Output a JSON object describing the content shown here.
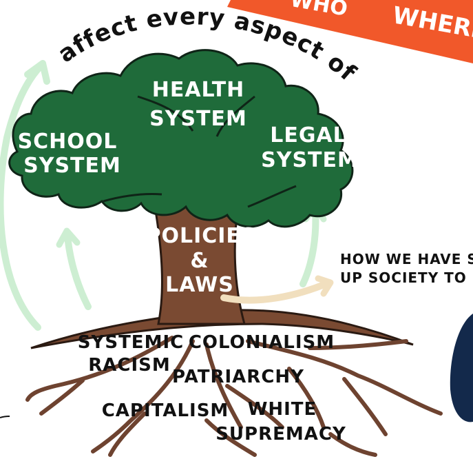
{
  "banner": {
    "left_text": "WHO",
    "right_text": "WHERE",
    "color": "#f1582a"
  },
  "arc_text": "affect every aspect of life",
  "crown": {
    "school": [
      "SCHOOL",
      "SYSTEM"
    ],
    "health": [
      "HEALTH",
      "SYSTEM"
    ],
    "legal": [
      "LEGAL",
      "SYSTEM"
    ],
    "color": "#1f6b3a"
  },
  "trunk": {
    "lines": [
      "POLICIES",
      "&",
      "LAWS"
    ],
    "color": "#7a4a32"
  },
  "note": [
    "HOW WE HAVE SET",
    "UP SOCIETY TO BE"
  ],
  "roots": {
    "systemic_racism": [
      "SYSTEMIC",
      "RACISM"
    ],
    "colonialism": "COLONIALISM",
    "patriarchy": "PATRIARCHY",
    "capitalism": "CAPITALISM",
    "white_supremacy": [
      "WHITE",
      "SUPREMACY"
    ]
  },
  "colors": {
    "arrow": "#cdeed2",
    "note_arrow": "#f1dfbe",
    "blob": "#13294b"
  }
}
